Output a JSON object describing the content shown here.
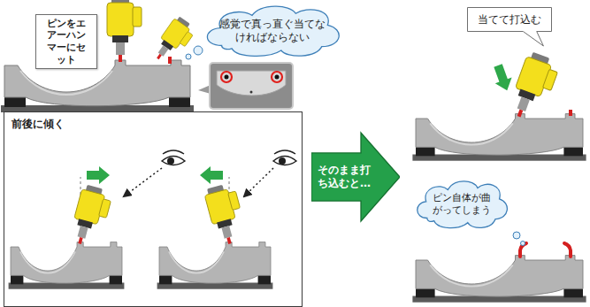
{
  "diagram": {
    "nodes": [
      {
        "text": [
          "ピンをエアーハンマーにセット"
        ]
      },
      {
        "text": [
          "感覚で真っ直ぐ当てなければならない"
        ]
      },
      {
        "text": [
          "前後に傾く"
        ]
      },
      {
        "text": [
          "そのまま打ち込むと…"
        ]
      },
      {
        "text": [
          "当てて打込む"
        ]
      },
      {
        "text": [
          "ピン自体が曲がってしまう"
        ]
      }
    ]
  }
}
